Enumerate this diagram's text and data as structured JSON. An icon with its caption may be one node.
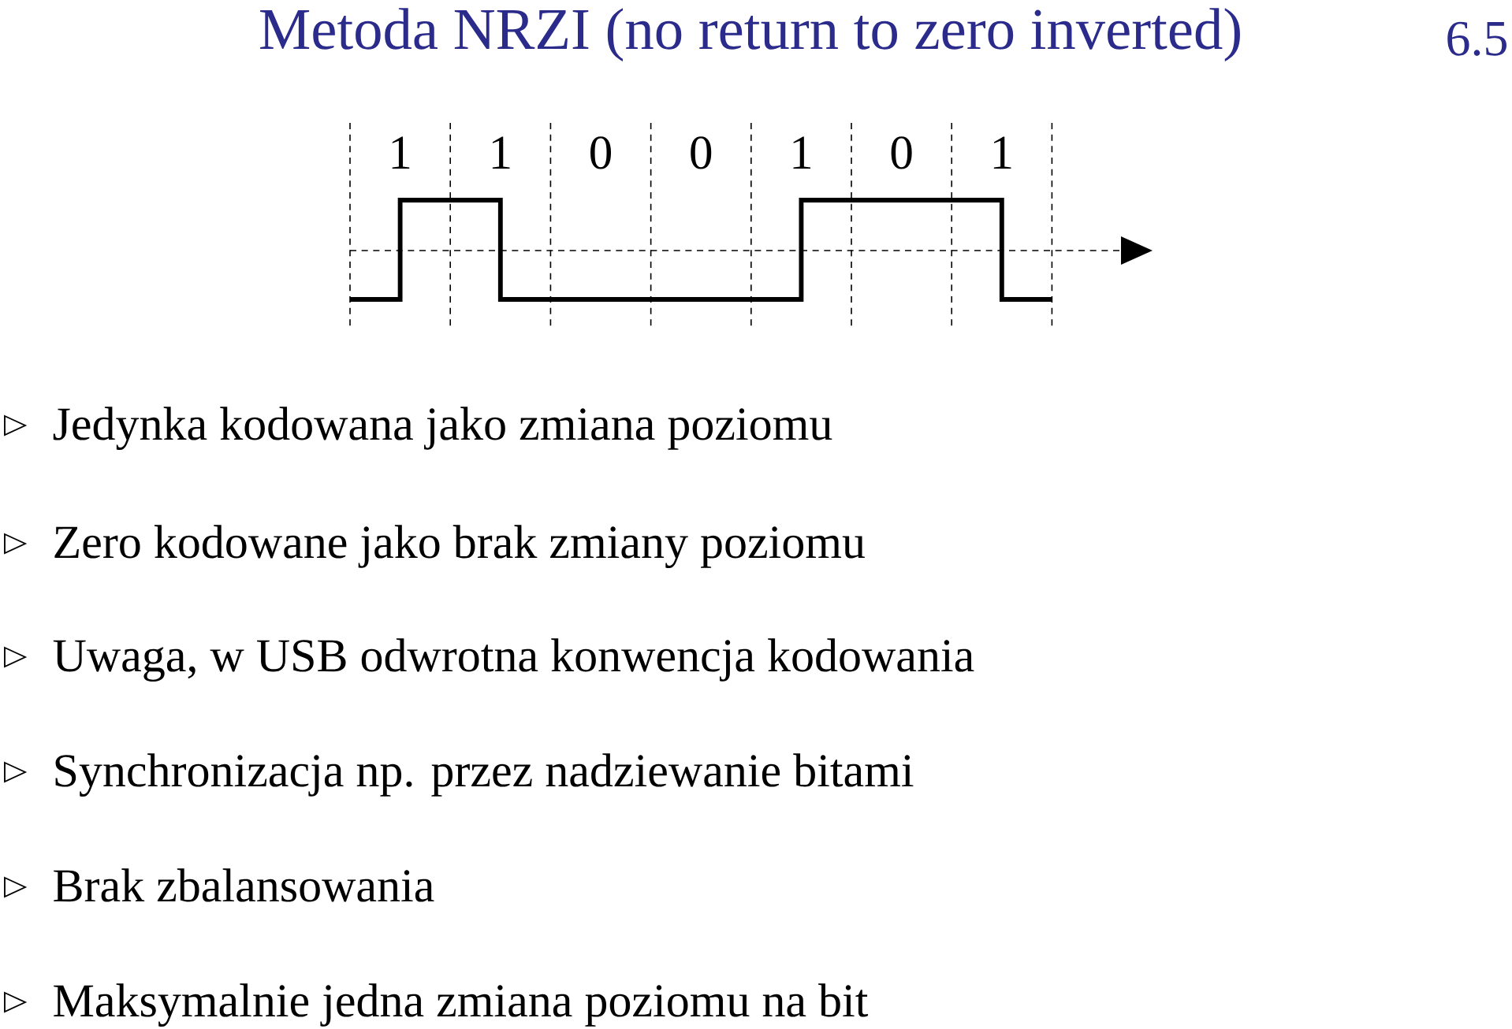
{
  "diagram": {
    "title": "Metoda NRZI (no return to zero inverted)",
    "labels": [
      "6.5",
      "1",
      "1",
      "0",
      "0",
      "1",
      "0",
      "1",
      "Jedynka kodowana jako zmiana poziomu",
      "Zero kodowane jako brak zmiany poziomu",
      "Uwaga, w USB odwrotna konwencja kodowania",
      "Synchronizacja np. przez nadziewanie bitami",
      "Brak zbalansowania",
      "Maksymalnie jedna zmiana poziomu na bit"
    ]
  }
}
